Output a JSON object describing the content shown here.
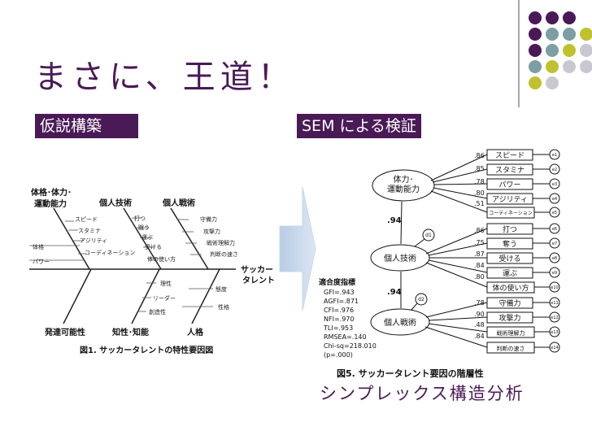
{
  "slide": {
    "title": "まさに、王道！",
    "left_label": "仮説構築",
    "right_label": "SEM による検証",
    "subtitle": "シンプレックス構造分析",
    "accent_colors": [
      "#4a1a57",
      "#7d9ea2",
      "#bfc22e",
      "#c8c8d2"
    ]
  },
  "fishbone": {
    "caption": "図1. サッカータレントの特性要因図",
    "effect": [
      "サッカー",
      "タレント"
    ],
    "top_categories": [
      "体格･体力･",
      "運動能力",
      "個人技術",
      "個人戦術"
    ],
    "bottom_categories": [
      "発達可能性",
      "知性･知能",
      "人格"
    ],
    "branch_labels": [
      "スピード",
      "スタミナ",
      "アジリティ",
      "コーディネーション",
      "体格",
      "パワー",
      "打つ",
      "蹴う",
      "運ぶ",
      "受ける",
      "体の使い方",
      "守備力",
      "攻撃力",
      "戦術理解力",
      "判断の速さ",
      "理性",
      "リーダー",
      "創造性",
      "態度",
      "性格"
    ]
  },
  "sem": {
    "caption": "図5. サッカータレント要因の階層性",
    "latent": [
      "体力･",
      "運動能力",
      "個人技術",
      "個人戦術"
    ],
    "path_coefs": [
      ".94",
      ".94"
    ],
    "disturbances": [
      "d1",
      "d2"
    ],
    "observed": [
      "スピード",
      "スタミナ",
      "パワー",
      "アジリティ",
      "コーディネーション",
      "打つ",
      "奪う",
      "受ける",
      "運ぶ",
      "体の使い方",
      "守備力",
      "攻撃力",
      "戦術理解力",
      "判断の速さ"
    ],
    "loadings": [
      ".86",
      ".85",
      ".78",
      ".80",
      ".51",
      ".86",
      ".75",
      ".87",
      ".84",
      ".80",
      ".78",
      ".90",
      ".48",
      ".84"
    ],
    "errors": [
      "e1",
      "e2",
      "e3",
      "e4",
      "e5",
      "e6",
      "e7",
      "e8",
      "e9",
      "e10",
      "e11",
      "e12",
      "e13",
      "e14"
    ],
    "fit_title": "適合度指標",
    "fit_indices": [
      "GFI=.943",
      "AGFI=.871",
      "CFI=.976",
      "NFI=.970",
      "TLI=.953",
      "RMSEA=.140",
      "Chi-sq=218.010",
      "(p=.000)"
    ]
  }
}
